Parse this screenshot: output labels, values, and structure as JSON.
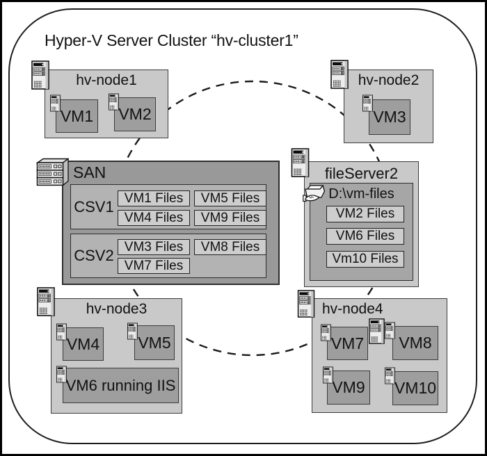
{
  "title": "Hyper-V Server Cluster “hv-cluster1”",
  "nodes": [
    {
      "label": "hv-node1",
      "vms": [
        {
          "label": "VM1"
        },
        {
          "label": "VM2"
        }
      ]
    },
    {
      "label": "hv-node2",
      "vms": [
        {
          "label": "VM3"
        }
      ]
    },
    {
      "label": "hv-node3",
      "vms": [
        {
          "label": "VM4"
        },
        {
          "label": "VM5"
        },
        {
          "label": "VM6 running IIS"
        }
      ]
    },
    {
      "label": "hv-node4",
      "vms": [
        {
          "label": "VM7"
        },
        {
          "label": "VM8"
        },
        {
          "label": "VM9"
        },
        {
          "label": "VM10"
        }
      ]
    }
  ],
  "san": {
    "label": "SAN",
    "csvs": [
      {
        "label": "CSV1",
        "files": [
          "VM1 Files",
          "VM5 Files",
          "VM4 Files",
          "VM9 Files"
        ]
      },
      {
        "label": "CSV2",
        "files": [
          "VM3 Files",
          "VM8 Files",
          "VM7 Files"
        ]
      }
    ]
  },
  "file_server": {
    "label": "fileServer2",
    "share": {
      "label": "D:\\vm-files",
      "files": [
        "VM2 Files",
        "VM6 Files",
        "Vm10 Files"
      ]
    }
  },
  "icons": {
    "node_icon": "server-tower",
    "vm_icon": "server-tower-small",
    "san_icon": "storage-rack",
    "share_icon": "shared-folder"
  },
  "colors": {
    "frame": "#000000",
    "background": "#ffffff",
    "line": "#1a1a1a",
    "node_fill": "#c9c9c9",
    "vm_fill": "#9e9e9e",
    "san_fill": "#999999",
    "csv_fill": "#b3b3b3",
    "file_fill": "#cdcdcd",
    "share_fill": "#a6a6a6"
  }
}
